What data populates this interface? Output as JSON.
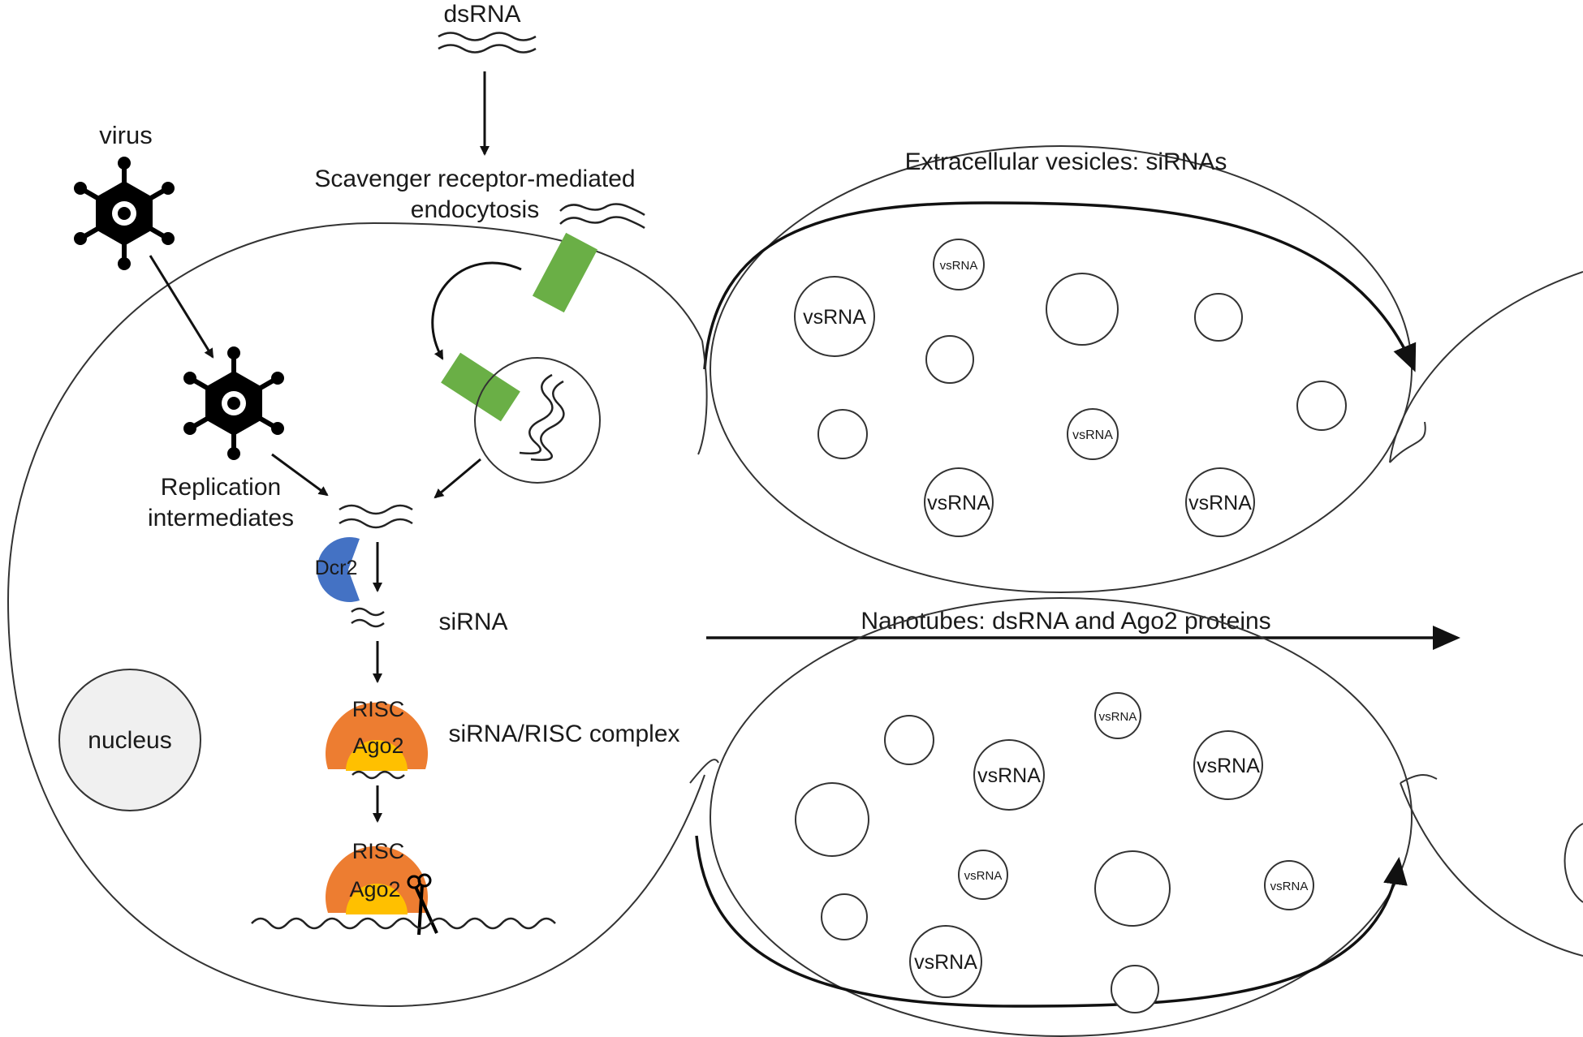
{
  "labels": {
    "dsrna": "dsRNA",
    "virus": "virus",
    "scavenger_line1": "Scavenger receptor-mediated",
    "scavenger_line2": "endocytosis",
    "replication_line1": "Replication",
    "replication_line2": "intermediates",
    "dcr2": "Dcr2",
    "sirna": "siRNA",
    "risc1": "RISC",
    "ago2_1": "Ago2",
    "risc_complex": "siRNA/RISC complex",
    "risc2": "RISC",
    "ago2_2": "Ago2",
    "nucleus": "nucleus",
    "ev_title": "Extracellular vesicles: siRNAs",
    "nanotube_title": "Nanotubes: dsRNA and Ago2 proteins"
  },
  "vesicle_label": "vsRNA",
  "colors": {
    "receptor": "#6aaf46",
    "dicer": "#4472c4",
    "risc": "#ed7d31",
    "ago2": "#ffc000",
    "nucleus": "#f0f0f0"
  }
}
